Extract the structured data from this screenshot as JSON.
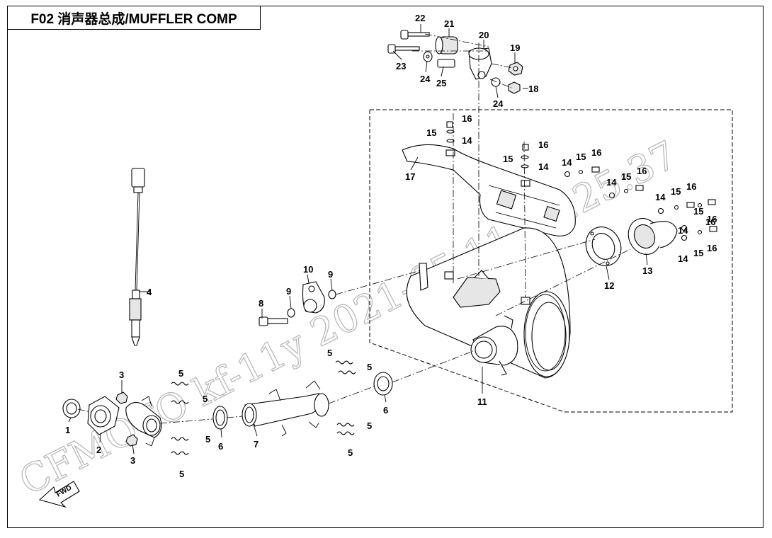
{
  "title": "F02 消声器总成/MUFFLER COMP",
  "watermark": "CFMOTO kf-11y 2021-05-11 17:25:37",
  "fwd_label": "FWD",
  "callouts": {
    "c1": "1",
    "c2": "2",
    "c3a": "3",
    "c3b": "3",
    "c4": "4",
    "c5a": "5",
    "c5b": "5",
    "c5c": "5",
    "c5d": "5",
    "c5e": "5",
    "c5f": "5",
    "c5g": "5",
    "c6a": "6",
    "c6b": "6",
    "c7": "7",
    "c8": "8",
    "c9a": "9",
    "c9b": "9",
    "c10": "10",
    "c11": "11",
    "c12": "12",
    "c13": "13",
    "c14a": "14",
    "c14b": "14",
    "c14c": "14",
    "c14d": "14",
    "c14e": "14",
    "c14f": "14",
    "c14g": "14",
    "c15a": "15",
    "c15b": "15",
    "c15c": "15",
    "c15d": "15",
    "c15e": "15",
    "c15f": "15",
    "c15g": "15",
    "c16a": "16",
    "c16b": "16",
    "c16c": "16",
    "c16d": "16",
    "c16e": "16",
    "c16f": "16",
    "c16g": "16",
    "c16h": "16",
    "c17": "17",
    "c18": "18",
    "c19": "19",
    "c20": "20",
    "c21": "21",
    "c22": "22",
    "c23": "23",
    "c24a": "24",
    "c24b": "24",
    "c25": "25"
  }
}
